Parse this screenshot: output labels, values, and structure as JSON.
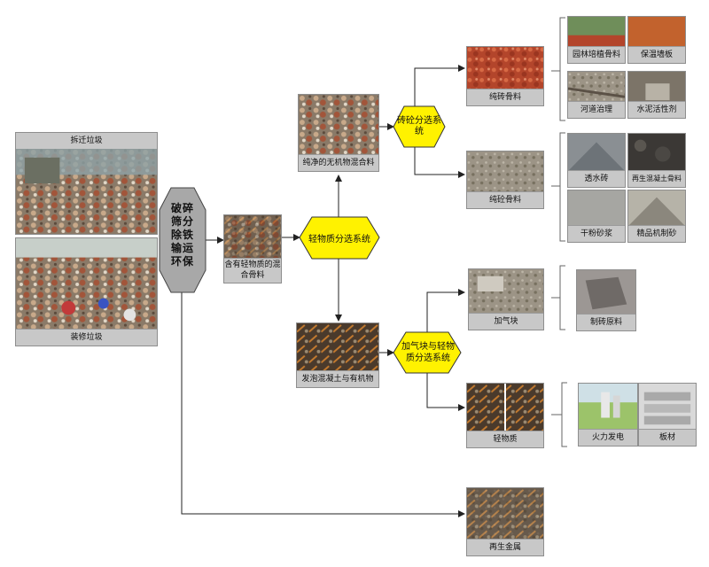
{
  "sources": {
    "demolition": "拆迁垃圾",
    "renovation": "装修垃圾"
  },
  "crusher": "破碎筛分除铁输运环保",
  "mixed_aggregate": "含有轻物质的混合骨料",
  "light_system": "轻物质分选系统",
  "clean_inorganic": "纯净的无机物混合料",
  "brick_concrete_system": "砖砼分选系统",
  "foam_organic": "发泡混凝土与有机物",
  "aerated_system": "加气块与轻物质分选系统",
  "outputs": {
    "pure_brick": "纯砖骨料",
    "pure_concrete": "纯砼骨料",
    "aerated_block": "加气块",
    "light_material": "轻物质",
    "recycled_metal": "再生金属"
  },
  "applications": {
    "garden": "园林培植骨料",
    "insulation": "保温墙板",
    "river": "河道治理",
    "cement": "水泥活性剂",
    "permeable": "透水砖",
    "recycled_concrete": "再生混凝土骨料",
    "dry_mortar": "干粉砂浆",
    "machine_sand": "精品机制砂",
    "brick_material": "制砖原料",
    "thermal_power": "火力发电",
    "board": "板材"
  },
  "colors": {
    "hexagon": "#fff200",
    "box": "#c8c8c8",
    "line": "#222222"
  }
}
